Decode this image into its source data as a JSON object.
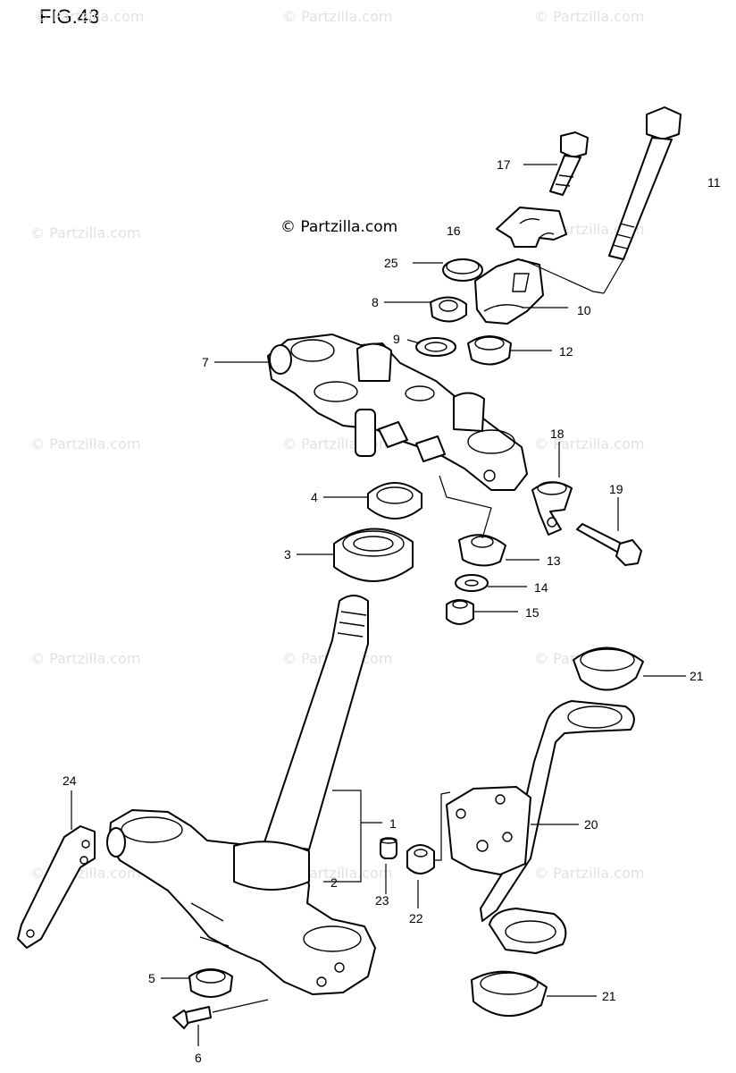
{
  "figure": {
    "title": "FIG.43",
    "copyright": "© Partzilla.com"
  },
  "watermark": {
    "text": "© Partzilla.com",
    "color": "#e2e2e2"
  },
  "callouts": [
    "1",
    "2",
    "3",
    "4",
    "5",
    "6",
    "7",
    "8",
    "9",
    "10",
    "11",
    "12",
    "13",
    "14",
    "15",
    "16",
    "17",
    "18",
    "19",
    "20",
    "21",
    "21",
    "22",
    "23",
    "24",
    "25"
  ]
}
